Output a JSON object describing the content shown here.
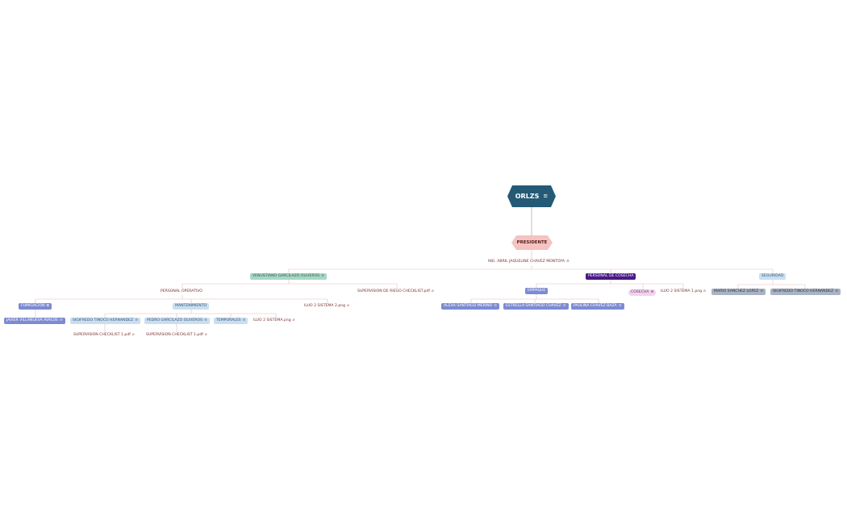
{
  "map": {
    "root": {
      "label": "ORLZS",
      "icon": "notes-icon"
    },
    "president": {
      "label": "PRESIDENTE"
    },
    "president_name": {
      "label": "ING. ABRIL JAQUELINE CHAVEZ MONTOYA",
      "icon": "notes-icon"
    },
    "nodes": {
      "venustiano": {
        "label": "VENUSTIANO GARCILAZO OLIVEROS",
        "icon": "notes-icon"
      },
      "personal_cosecha": {
        "label": "PERSONAL DE COSECHA"
      },
      "seguridad": {
        "label": "SEGURIDAD"
      },
      "personal_operativo": {
        "label": "PERSONAL OPERATIVO"
      },
      "supervision_riego": {
        "label": "SUPERVISION DE RIEGO CHECKLIST.pdf",
        "icon": "attachment-icon"
      },
      "fumigacion": {
        "label": "FUMIGACION",
        "icon": "link-icon"
      },
      "mantenimiento": {
        "label": "MANTENIMIENTO"
      },
      "iluo_2_sistema_2": {
        "label": "ILUO 2 SISTEMA 2.png",
        "icon": "attachment-icon"
      },
      "javier": {
        "label": "JAVIER VILLANUEVA AVALOS",
        "icon": "notes-icon"
      },
      "sigifredo_1": {
        "label": "SIGIFREDO TINOCO HERNANDEZ",
        "icon": "notes-icon"
      },
      "pedro": {
        "label": "PEDRO GARCILAZO OLIVEROS",
        "icon": "notes-icon"
      },
      "temporales": {
        "label": "TEMPORALES",
        "icon": "notes-icon"
      },
      "iluo_2_sistema": {
        "label": "ILUO 2 SISTEMA.png",
        "icon": "attachment-icon"
      },
      "supervision_checklist_a": {
        "label": "SUPERVISION  CHECKLIST 1.pdf",
        "icon": "attachment-icon"
      },
      "supervision_checklist_b": {
        "label": "SUPERVISION  CHECKLIST 1.pdf",
        "icon": "attachment-icon"
      },
      "empaque": {
        "label": "EMPAQUE"
      },
      "cosecha": {
        "label": "COSECHA",
        "icon": "plus-circle-icon"
      },
      "iluo_2_sistema_1": {
        "label": "ILUO 2 SISTEMA 1.png",
        "icon": "attachment-icon"
      },
      "mario": {
        "label": "MARIO  SANCHEZ LOPEZ",
        "icon": "notes-icon"
      },
      "sigifredo_2": {
        "label": "SIGIFREDO TINOCO HERNANDEZ",
        "icon": "notes-icon"
      },
      "alexa": {
        "label": "ALEXA SANTIAGO MERINO",
        "icon": "notes-icon"
      },
      "estrella": {
        "label": "ESTRELLA SANTIAGO CHAVEZ",
        "icon": "notes-icon"
      },
      "paulina": {
        "label": "PAULINA CHAVEZ BAZA",
        "icon": "notes-icon"
      }
    },
    "colors": {
      "root": "#245a75",
      "president": "#f4c3c2",
      "connector": "#e7b9b9",
      "connector_root": "#d9c4c4"
    }
  }
}
